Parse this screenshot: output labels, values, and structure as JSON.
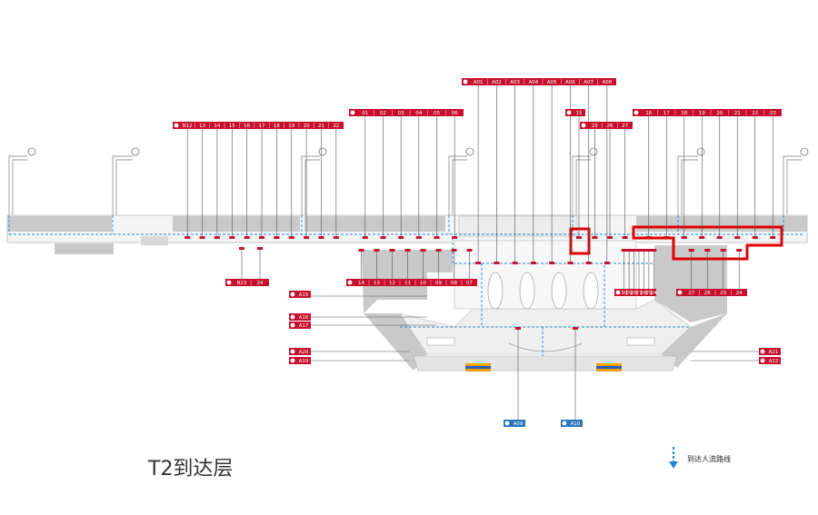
{
  "title": "T2到达层",
  "legend": {
    "label": "到达人流路线",
    "arrow_color": "#1e88d6"
  },
  "colors": {
    "gate_red": "#c8102e",
    "highlight": "#e00000",
    "flow_blue": "#1e88d6",
    "building_gray": "#c9c9c9"
  },
  "gate_groups": [
    {
      "id": "g_top_center",
      "labels": [
        "A01",
        "A02",
        "A03",
        "A04",
        "A05",
        "A06",
        "A07",
        "A08"
      ]
    },
    {
      "id": "g_top_left",
      "labels": [
        "B12",
        "13",
        "14",
        "15",
        "16",
        "17",
        "18",
        "19",
        "20",
        "21",
        "22"
      ]
    },
    {
      "id": "g_mid_left",
      "labels": [
        "01",
        "02",
        "03",
        "04",
        "05",
        "06"
      ]
    },
    {
      "id": "g_r15",
      "labels": [
        "15"
      ]
    },
    {
      "id": "g_r25",
      "labels": [
        "25",
        "26",
        "27"
      ]
    },
    {
      "id": "g_top_right",
      "labels": [
        "16",
        "17",
        "18",
        "19",
        "20",
        "21",
        "22",
        "23"
      ]
    },
    {
      "id": "g_b23",
      "labels": [
        "B23",
        "24"
      ]
    },
    {
      "id": "g_bottom_mid",
      "labels": [
        "14",
        "13",
        "12",
        "11",
        "10",
        "09",
        "08",
        "07"
      ]
    },
    {
      "id": "g_b30",
      "labels": [
        "30",
        "29",
        "28",
        "27",
        "26",
        "25",
        "24"
      ]
    },
    {
      "id": "g_b27",
      "labels": [
        "27",
        "26",
        "25",
        "24"
      ]
    },
    {
      "id": "g_a15",
      "labels": [
        "A15"
      ]
    },
    {
      "id": "g_a16",
      "labels": [
        "A16"
      ]
    },
    {
      "id": "g_a17",
      "labels": [
        "A17"
      ]
    },
    {
      "id": "g_a20",
      "labels": [
        "A20"
      ]
    },
    {
      "id": "g_a19",
      "labels": [
        "A19"
      ]
    },
    {
      "id": "g_a21",
      "labels": [
        "A21"
      ]
    },
    {
      "id": "g_a22",
      "labels": [
        "A22"
      ]
    },
    {
      "id": "g_a09",
      "labels": [
        "A09"
      ]
    },
    {
      "id": "g_a10",
      "labels": [
        "A10"
      ]
    }
  ]
}
